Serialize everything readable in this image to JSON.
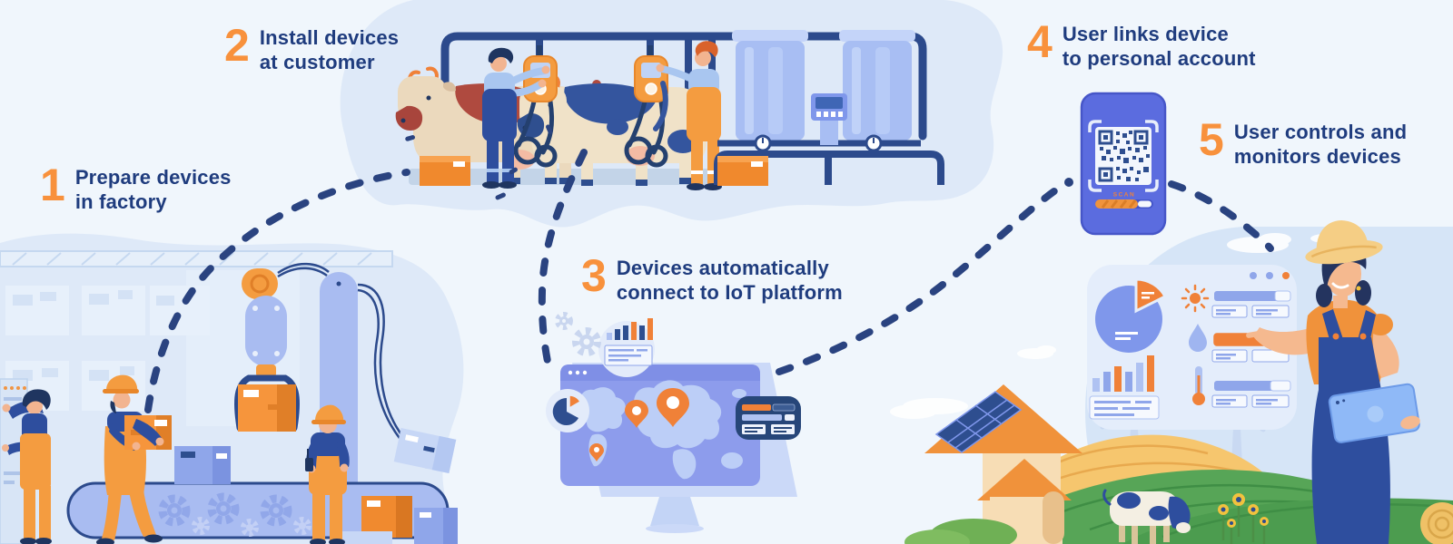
{
  "infographic": {
    "description": "IoT device lifecycle infographic, five steps from factory preparation to user monitoring on a dairy farm"
  },
  "steps": [
    {
      "number": "1",
      "lines": [
        "Prepare devices",
        "in factory"
      ]
    },
    {
      "number": "2",
      "lines": [
        "Install devices",
        "at customer"
      ]
    },
    {
      "number": "3",
      "lines": [
        "Devices automatically",
        "connect to IoT platform"
      ]
    },
    {
      "number": "4",
      "lines": [
        "User links device",
        "to personal account"
      ]
    },
    {
      "number": "5",
      "lines": [
        "User controls and",
        "monitors devices"
      ]
    }
  ],
  "phone": {
    "scan_label": "SCAN"
  },
  "icons": {
    "qr-code-icon": "qr grid",
    "gear-icon": "gear",
    "pie-chart-icon": "pie",
    "bar-chart-icon": "bars",
    "location-pin-icon": "map pin",
    "sun-icon": "sun",
    "water-drop-icon": "drop",
    "thermometer-icon": "thermometer"
  },
  "colors": {
    "background": "#f0f6fc",
    "blob_blue": "#dee9f8",
    "farm_sky_blue": "#d6e5f7",
    "number_orange": "#f8913c",
    "text_navy": "#1f3c7e",
    "connector_navy": "#2a4380",
    "illustration_orange": "#f2913c",
    "periwinkle": "#8d9cec",
    "light_blue": "#b9cdf5",
    "tank_blue": "#a8bef3",
    "phone_purple": "#5b6cdf",
    "overalls_navy": "#2e4e9e",
    "cow_red_patch": "#af4a3f",
    "field_green": "#57a557",
    "field_yellow": "#f6c66e"
  }
}
